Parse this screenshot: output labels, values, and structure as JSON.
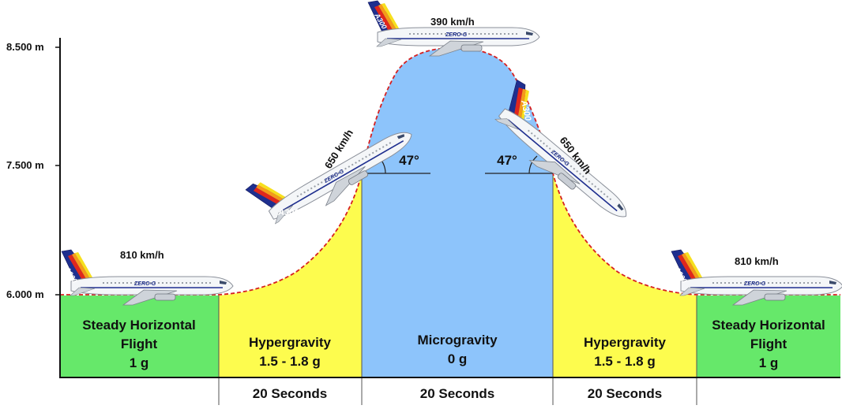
{
  "altitudes": [
    "8.500 m",
    "7.500 m",
    "6.000 m"
  ],
  "speeds": {
    "left_level": "810 km/h",
    "left_climb": "650 km/h",
    "top": "390 km/h",
    "right_dive": "650 km/h",
    "right_level": "810 km/h"
  },
  "angles": {
    "left": "47°",
    "right": "47°"
  },
  "phases": [
    {
      "lines": [
        "Steady Horizontal",
        "Flight",
        "1 g"
      ]
    },
    {
      "lines": [
        "Hypergravity",
        "1.5 - 1.8 g"
      ]
    },
    {
      "lines": [
        "Microgravity",
        "0 g"
      ]
    },
    {
      "lines": [
        "Hypergravity",
        "1.5 - 1.8 g"
      ]
    },
    {
      "lines": [
        "Steady Horizontal",
        "Flight",
        "1 g"
      ]
    }
  ],
  "durations": [
    "20 Seconds",
    "20 Seconds",
    "20 Seconds"
  ],
  "aircraft": {
    "tail_text": "A300",
    "body_text": "ZERO-G"
  },
  "colors": {
    "steady": "#66e86a",
    "hypergravity": "#fdfc4e",
    "microgravity": "#8dc4fb",
    "trajectory": "#d62020",
    "fuselage": "#f4f6f8",
    "tail_blue": "#1f2f8f",
    "stripe_red": "#e0271d",
    "stripe_orange": "#f59a1a",
    "stripe_yellow": "#f7e01e"
  }
}
